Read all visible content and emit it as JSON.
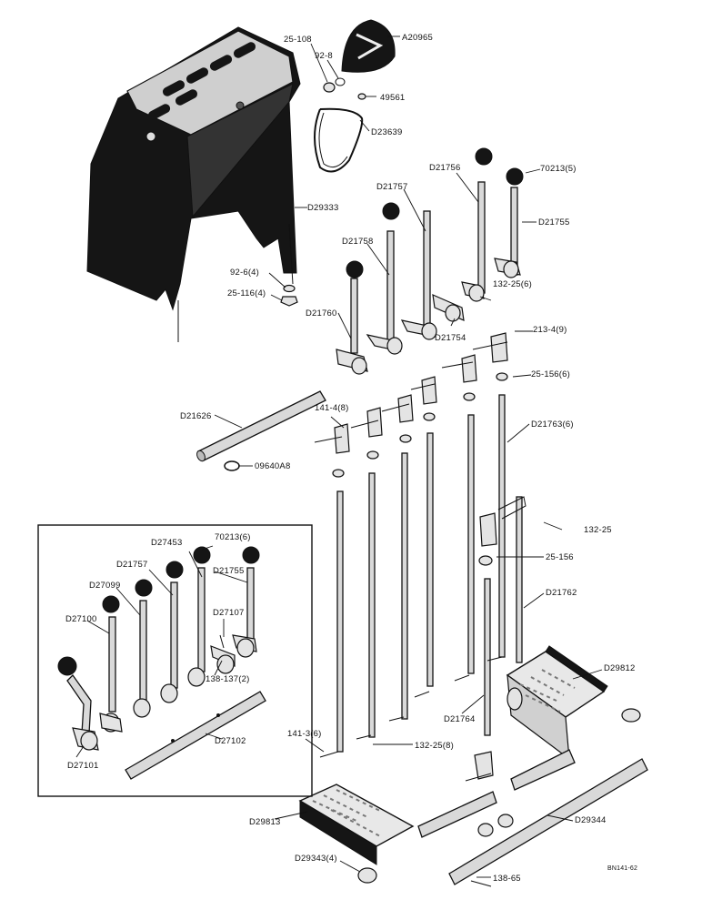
{
  "drawing_code": "BN141-62",
  "parts": [
    {
      "id": "cover",
      "label": "D29333"
    },
    {
      "id": "bolt-top",
      "label": "25-108"
    },
    {
      "id": "washer-top",
      "label": "92-8"
    },
    {
      "id": "gauge",
      "label": "A20965"
    },
    {
      "id": "nut-gauge",
      "label": "49561"
    },
    {
      "id": "gauge-line",
      "label": "D23639"
    },
    {
      "id": "washer-4",
      "label": "92-6(4)"
    },
    {
      "id": "bolt-4",
      "label": "25-116(4)"
    },
    {
      "id": "lever-756",
      "label": "D21756"
    },
    {
      "id": "knob-5",
      "label": "70213(5)"
    },
    {
      "id": "lever-757",
      "label": "D21757"
    },
    {
      "id": "lever-755",
      "label": "D21755"
    },
    {
      "id": "lever-758",
      "label": "D21758"
    },
    {
      "id": "cotter-6",
      "label": "132-25(6)"
    },
    {
      "id": "lever-760",
      "label": "D21760"
    },
    {
      "id": "lever-754",
      "label": "D21754"
    },
    {
      "id": "clevis-9",
      "label": "213-4(9)"
    },
    {
      "id": "nut-6",
      "label": "25-156(6)"
    },
    {
      "id": "shaft",
      "label": "D21626"
    },
    {
      "id": "pin-8",
      "label": "141-4(8)"
    },
    {
      "id": "rod-6",
      "label": "D21763(6)"
    },
    {
      "id": "ring",
      "label": "09640A8"
    },
    {
      "id": "cotter",
      "label": "132-25"
    },
    {
      "id": "nut",
      "label": "25-156"
    },
    {
      "id": "rod-762",
      "label": "D21762"
    },
    {
      "id": "pedal-right",
      "label": "D29812"
    },
    {
      "id": "rod-764",
      "label": "D21764"
    },
    {
      "id": "pin-6",
      "label": "141-3(6)"
    },
    {
      "id": "cotter-8",
      "label": "132-25(8)"
    },
    {
      "id": "pedal-left",
      "label": "D29813"
    },
    {
      "id": "shaft-pedal",
      "label": "D29344"
    },
    {
      "id": "bushing-4",
      "label": "D29343(4)"
    },
    {
      "id": "key",
      "label": "138-65"
    }
  ],
  "inset_parts": [
    {
      "id": "inset-lever-453",
      "label": "D27453"
    },
    {
      "id": "inset-knob-6",
      "label": "70213(6)"
    },
    {
      "id": "inset-lever-757",
      "label": "D21757"
    },
    {
      "id": "inset-lever-755",
      "label": "D21755"
    },
    {
      "id": "inset-lever-099",
      "label": "D27099"
    },
    {
      "id": "inset-lever-100",
      "label": "D27100"
    },
    {
      "id": "inset-lever-107",
      "label": "D27107"
    },
    {
      "id": "inset-pin-2",
      "label": "138-137(2)"
    },
    {
      "id": "inset-shaft",
      "label": "D27102"
    },
    {
      "id": "inset-lever-101",
      "label": "D27101"
    }
  ]
}
